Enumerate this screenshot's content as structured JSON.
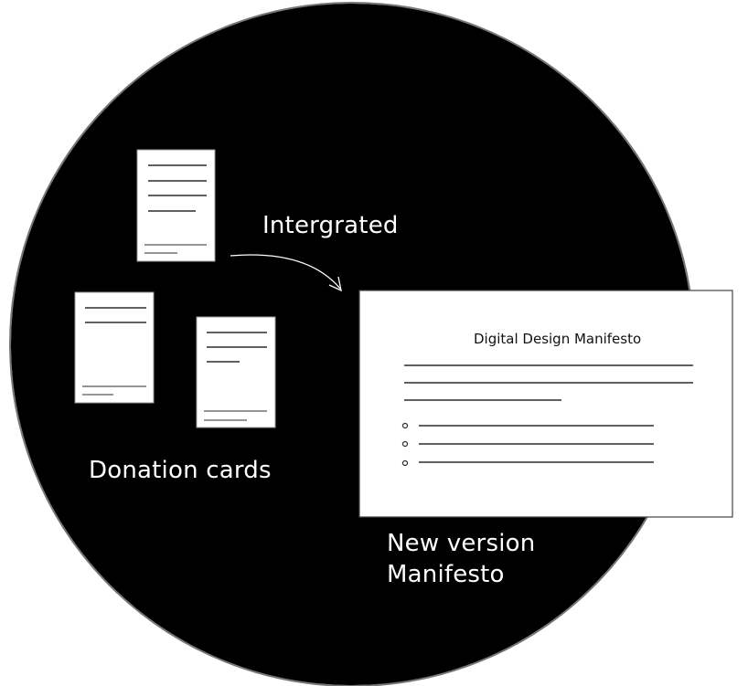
{
  "labels": {
    "integrated": "Intergrated",
    "donation_cards": "Donation cards",
    "new_version_line1": "New version",
    "new_version_line2": "Manifesto"
  },
  "manifesto": {
    "title": "Digital Design Manifesto"
  },
  "colors": {
    "circle": "#000000",
    "card": "#ffffff",
    "ink": "#2b2b2b",
    "label_text": "#ffffff"
  }
}
